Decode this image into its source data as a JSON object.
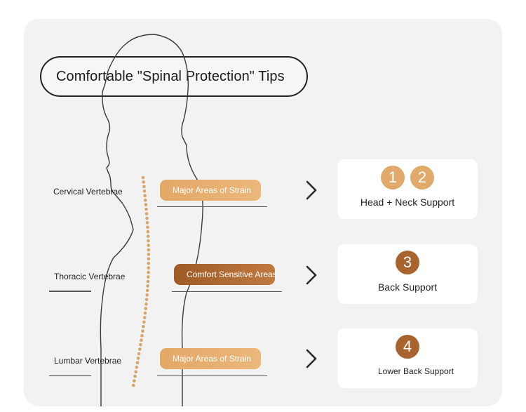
{
  "title": "Comfortable \"Spinal Protection\" Tips",
  "vertebrae": [
    {
      "label": "Cervical Vertebrae"
    },
    {
      "label": "Thoracic Vertebrae"
    },
    {
      "label": "Lumbar Vertebrae"
    }
  ],
  "tags": [
    {
      "label": "Major Areas of Strain"
    },
    {
      "label": "Comfort Sensitive Areas"
    },
    {
      "label": "Major Areas of Strain"
    }
  ],
  "supports": [
    {
      "numbers": [
        "1",
        "2"
      ],
      "label": "Head + Neck Support"
    },
    {
      "numbers": [
        "3"
      ],
      "label": "Back Support"
    },
    {
      "numbers": [
        "4"
      ],
      "label": "Lower Back Support"
    }
  ],
  "colors": {
    "card_background": "#f2f2f2",
    "accent_light": "#e2aa6a",
    "accent_dark": "#a7642f",
    "spine_dots": "#d7a56a"
  },
  "icons": {
    "arrow": "chevron-right-icon"
  }
}
